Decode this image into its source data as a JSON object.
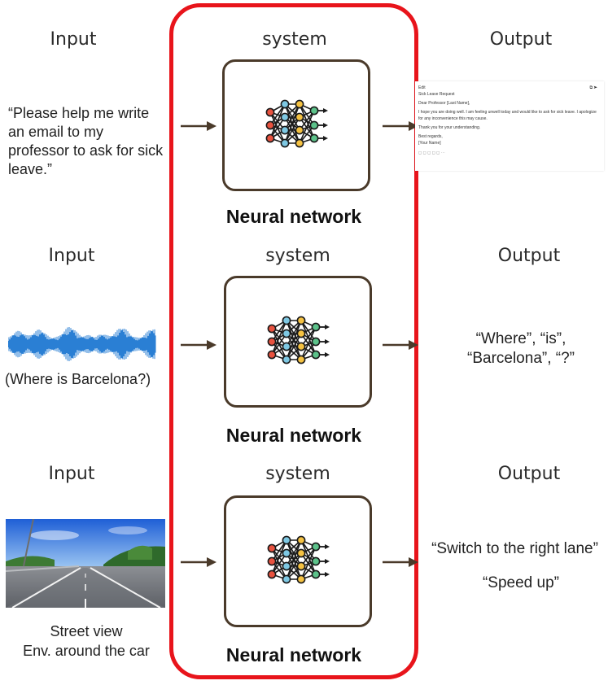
{
  "headers": {
    "input": "Input",
    "system": "system",
    "output": "Output"
  },
  "rows": [
    {
      "input_text": "“Please help me write an email to my professor to ask for sick leave.”",
      "nn_label": "Neural network",
      "output_email": {
        "menu": "Edit",
        "subject": "Sick Leave Request",
        "greeting": "Dear Professor [Last Name],",
        "body1": "I hope you are doing well. I am feeling unwell today and would like to ask for sick leave. I apologize",
        "body2": "for any inconvenience this may cause.",
        "thanks": "Thank you for your understanding.",
        "closing": "Best regards,",
        "signature": "[Your Name]"
      }
    },
    {
      "input_caption": "(Where is Barcelona?)",
      "nn_label": "Neural network",
      "output_line1": "“Where”,  “is”,",
      "output_line2": "“Barcelona”, “?”"
    },
    {
      "input_caption_line1": "Street view",
      "input_caption_line2": "Env. around the car",
      "nn_label": "Neural network",
      "output_line1": "“Switch to the right lane”",
      "output_line2": "“Speed up”"
    }
  ],
  "colors": {
    "frame": "#e8141b",
    "arrow": "#4a3a2a",
    "waveform": "#2a7fd4"
  },
  "icons": [
    "neural-network-icon",
    "waveform-icon",
    "road-photo"
  ]
}
